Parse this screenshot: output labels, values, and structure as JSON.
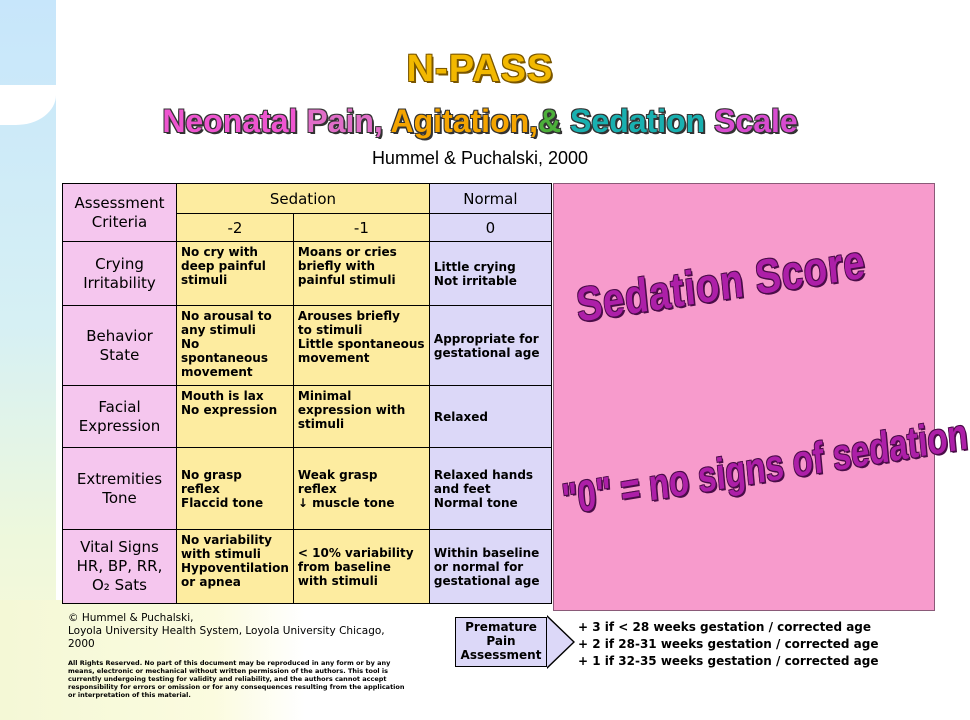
{
  "title": "N-PASS",
  "subtitle_words": [
    {
      "text": "Neonatal ",
      "color": "#ee55d0"
    },
    {
      "text": "Pain, ",
      "color": "#e06ec8"
    },
    {
      "text": "Agitation,",
      "color": "#f4a400"
    },
    {
      "text": "& ",
      "color": "#4caf3a"
    },
    {
      "text": "Sedation ",
      "color": "#19b0b0"
    },
    {
      "text": "Scale",
      "color": "#d84bd0"
    }
  ],
  "authors": "Hummel & Puchalski, 2000",
  "table": {
    "header": {
      "criteria": "Assessment\nCriteria",
      "sedation": "Sedation",
      "normal": "Normal",
      "score_m2": "-2",
      "score_m1": "-1",
      "score_0": "0"
    },
    "rows": [
      {
        "criteria": "Crying\nIrritability",
        "m2": "No cry with\n deep painful\n stimuli",
        "m1": "Moans or cries\n briefly with\n painful stimuli",
        "zero": "Little crying\nNot irritable"
      },
      {
        "criteria": "Behavior\nState",
        "m2": "No arousal to\n any stimuli\nNo spontaneous\n movement",
        "m1": "Arouses briefly\n to stimuli\nLittle spontaneous\n movement",
        "zero": "Appropriate for\n gestational age"
      },
      {
        "criteria": "Facial\nExpression",
        "m2": "Mouth is lax\nNo expression",
        "m1": "Minimal\n expression with\n stimuli",
        "zero": "Relaxed"
      },
      {
        "criteria": "Extremities\nTone",
        "m2": "No grasp\nreflex\nFlaccid tone",
        "m1": "Weak grasp\n reflex\n↓ muscle tone",
        "zero": "Relaxed hands\n and feet\nNormal tone"
      },
      {
        "criteria": "Vital Signs\nHR, BP, RR,\nO₂ Sats",
        "m2": "No variability\n with stimuli\nHypoventilation\n or apnea",
        "m1": "< 10% variability\n from baseline\n with stimuli",
        "zero": "Within baseline\n or normal for\n gestational age"
      }
    ]
  },
  "overlay": {
    "line1": "Sedation Score",
    "line2": "\"0\" = no signs of sedation"
  },
  "footer": {
    "copyright": "© Hummel & Puchalski,\nLoyola University Health System, Loyola University Chicago, 2000",
    "rights": "All Rights Reserved. No part of this document may be reproduced in any form or by any means, electronic or mechanical without written permission of the authors. This tool is currently undergoing testing for validity and reliability, and the authors cannot accept responsibility for errors or omission or for any consequences resulting from the application or interpretation of this material.",
    "premature_label": "Premature\nPain\nAssessment",
    "premature_rules": [
      "+ 3 if < 28 weeks gestation / corrected age",
      "+ 2 if 28-31 weeks gestation / corrected age",
      "+ 1 if 32-35 weeks gestation / corrected age"
    ]
  }
}
